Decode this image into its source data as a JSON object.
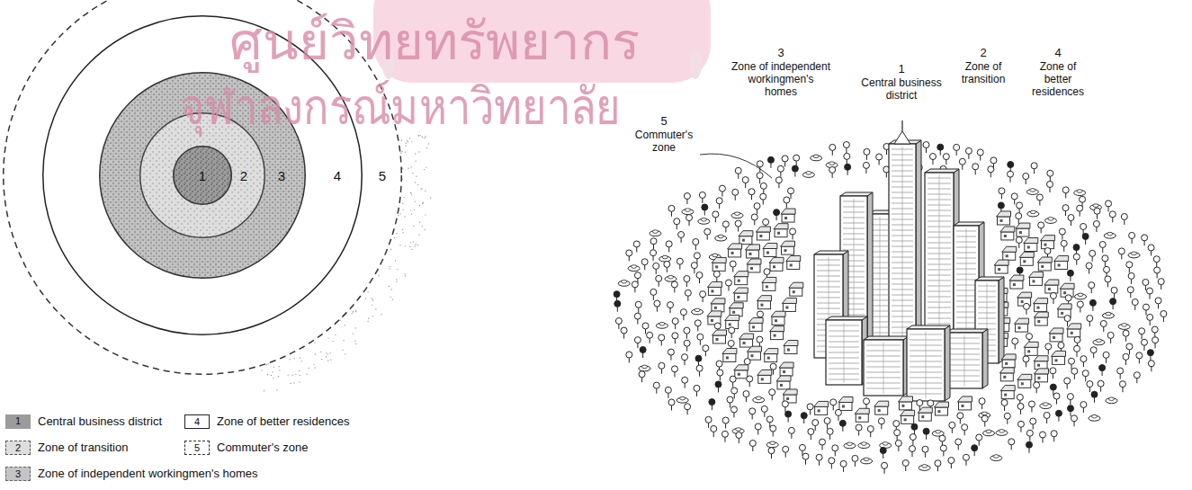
{
  "diagram": {
    "nodes": [
      {
        "text": [
          "5"
        ]
      },
      {
        "text": [
          "4"
        ],
        "in": 0
      },
      {
        "text": [
          "3"
        ],
        "in": 1
      },
      {
        "text": [
          "2"
        ],
        "in": 2
      },
      {
        "text": [
          "1"
        ],
        "in": 3
      }
    ],
    "labels": [
      "ศูนย์วิทยทรัพยากร",
      "จุฬาลงกรณ์มหาวิทยาลัย",
      "3",
      "Zone of independent workingmen's homes",
      "1",
      "Central business district",
      "2",
      "Zone of transition",
      "4",
      "Zone of better residences",
      "5",
      "Commuter's zone",
      "1",
      "4",
      "2",
      "5",
      "3"
    ],
    "legend": [
      {
        "text": "Central business district",
        "color": "#9c9c9c"
      },
      {
        "text": "Zone of better residences",
        "color": "#ffffff"
      },
      {
        "text": "Zone of transition",
        "color": "#dedede"
      },
      {
        "text": "Commuter's zone",
        "color": "#ffffff"
      },
      {
        "text": "Zone of independent workingmen's homes",
        "color": "#c4c4c4"
      }
    ]
  }
}
